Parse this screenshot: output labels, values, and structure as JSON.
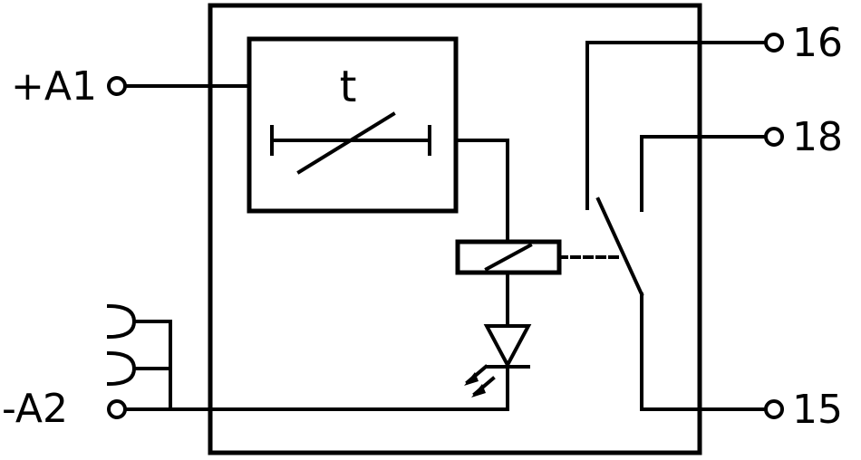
{
  "terminals": {
    "plus_a1": "+A1",
    "minus_a2": "-A2",
    "t16": "16",
    "t18": "18",
    "t15": "15"
  },
  "timer": {
    "symbol": "t"
  }
}
